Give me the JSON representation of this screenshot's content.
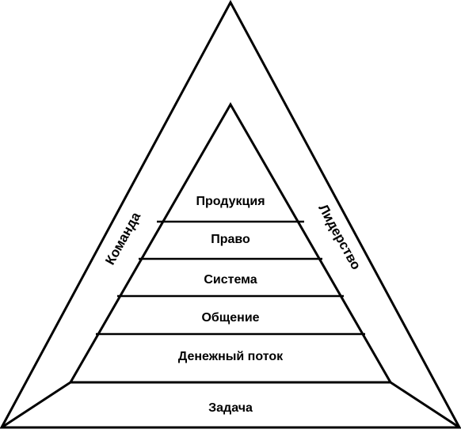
{
  "diagram": {
    "side_labels": {
      "left": "Команда",
      "right": "Лидерство"
    },
    "levels": [
      "Продукция",
      "Право",
      "Система",
      "Общение",
      "Денежный поток"
    ],
    "base": "Задача"
  },
  "colors": {
    "line": "#000000",
    "text": "#000000",
    "background": "#ffffff"
  }
}
